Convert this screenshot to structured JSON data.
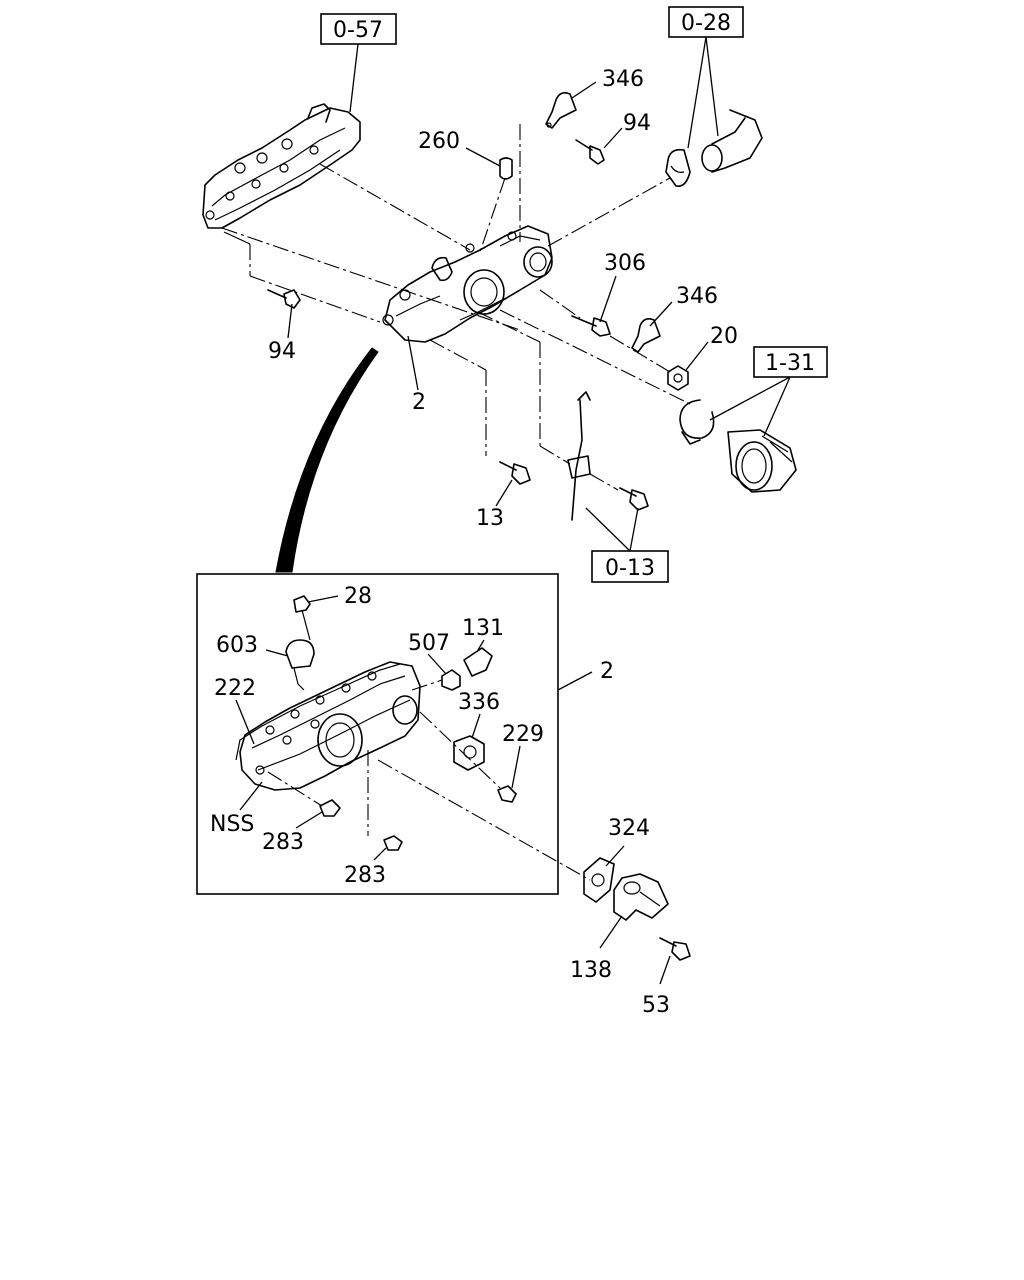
{
  "references": {
    "r057": "0-57",
    "r028": "0-28",
    "r131": "1-31",
    "r013": "0-13"
  },
  "callouts": {
    "c346a": "346",
    "c94a": "94",
    "c260": "260",
    "c94b": "94",
    "c306": "306",
    "c346b": "346",
    "c20": "20",
    "c2a": "2",
    "c13": "13",
    "c2b": "2",
    "c28": "28",
    "c603": "603",
    "c507": "507",
    "c131": "131",
    "c222": "222",
    "c336": "336",
    "c229": "229",
    "cNSS": "NSS",
    "c283a": "283",
    "c283b": "283",
    "c324": "324",
    "c138": "138",
    "c53": "53"
  }
}
